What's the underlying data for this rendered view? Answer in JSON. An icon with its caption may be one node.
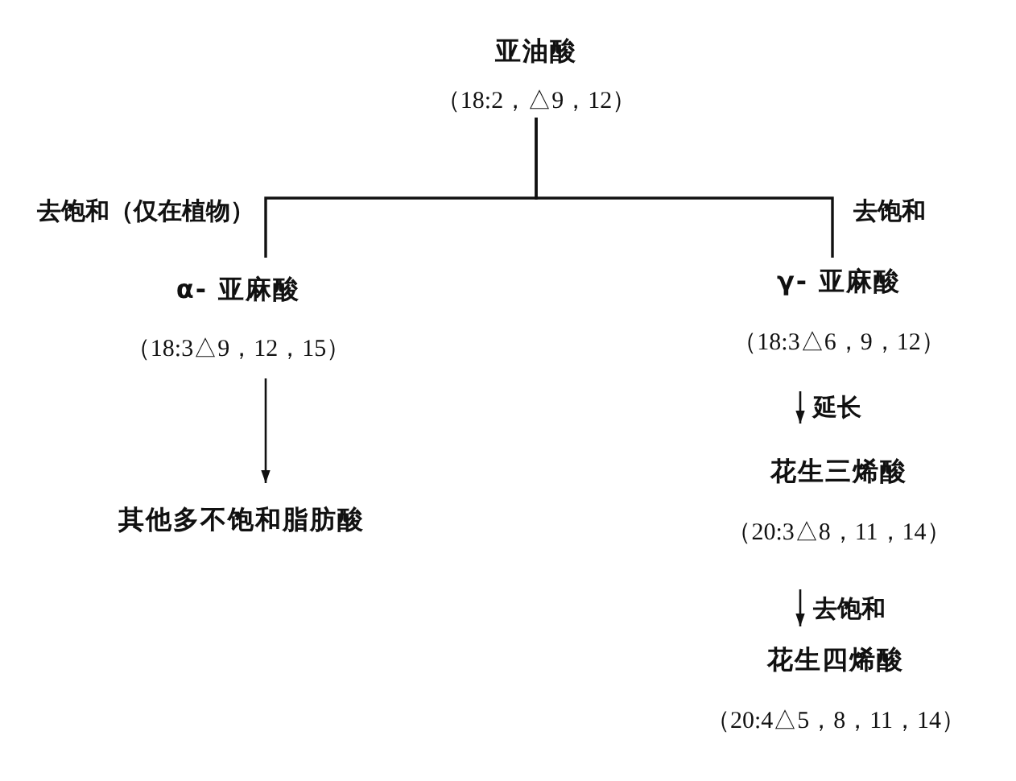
{
  "diagram": {
    "nodes": [
      {
        "text": [
          "亚油酸",
          "（18:2，△9，12）"
        ]
      },
      {
        "text": [
          "α- 亚麻酸",
          "（18:3△9，12，15）"
        ]
      },
      {
        "text": [
          "其他多不饱和脂肪酸"
        ]
      },
      {
        "text": [
          "γ- 亚麻酸",
          "（18:3△6，9，12）"
        ]
      },
      {
        "text": [
          "花生三烯酸",
          "（20:3△8，11，14）"
        ]
      },
      {
        "text": [
          "花生四烯酸",
          "（20:4△5，8，11，14）"
        ]
      }
    ],
    "edges": [
      {
        "from": 0,
        "to": 1,
        "arrow": "none",
        "label": "去饱和（仅在植物）"
      },
      {
        "from": 0,
        "to": 3,
        "arrow": "none",
        "label": "去饱和"
      },
      {
        "from": 1,
        "to": 2,
        "arrow": "to"
      },
      {
        "from": 3,
        "to": 4,
        "arrow": "to",
        "label": "延长"
      },
      {
        "from": 4,
        "to": 5,
        "arrow": "to",
        "label": "去饱和"
      }
    ]
  }
}
